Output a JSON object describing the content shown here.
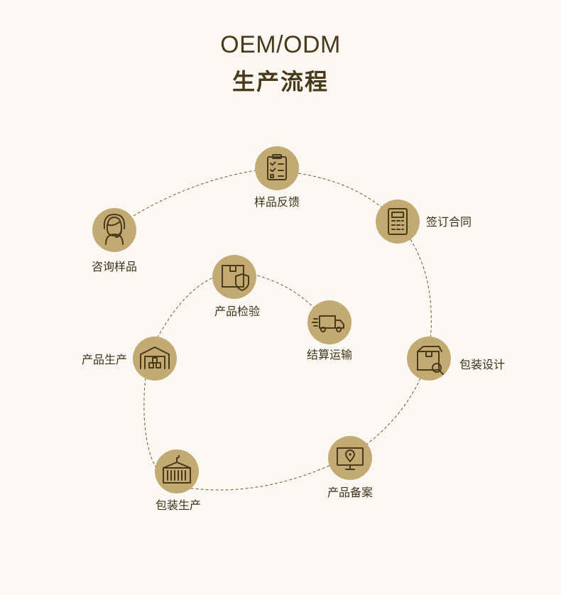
{
  "header": {
    "title_en": "OEM/ODM",
    "title_cn": "生产流程"
  },
  "colors": {
    "background": "#FBF8F3",
    "node_fill": "#C3AA73",
    "icon": "#4A3A1C",
    "line": "#6E5A33",
    "text": "#3E321A"
  },
  "steps": [
    {
      "id": "consult",
      "label": "咨询样品",
      "icon": "headset-agent-icon"
    },
    {
      "id": "sample-feedback",
      "label": "样品反馈",
      "icon": "clipboard-checklist-icon"
    },
    {
      "id": "sign-contract",
      "label": "签订合同",
      "icon": "calculator-icon"
    },
    {
      "id": "package-design",
      "label": "包装设计",
      "icon": "box-search-icon"
    },
    {
      "id": "product-filing",
      "label": "产品备案",
      "icon": "monitor-location-icon"
    },
    {
      "id": "packaging-production",
      "label": "包装生产",
      "icon": "shipping-container-icon"
    },
    {
      "id": "product-production",
      "label": "产品生产",
      "icon": "warehouse-icon"
    },
    {
      "id": "product-inspection",
      "label": "产品检验",
      "icon": "box-shield-icon"
    },
    {
      "id": "settlement-shipping",
      "label": "结算运输",
      "icon": "delivery-truck-icon"
    }
  ]
}
